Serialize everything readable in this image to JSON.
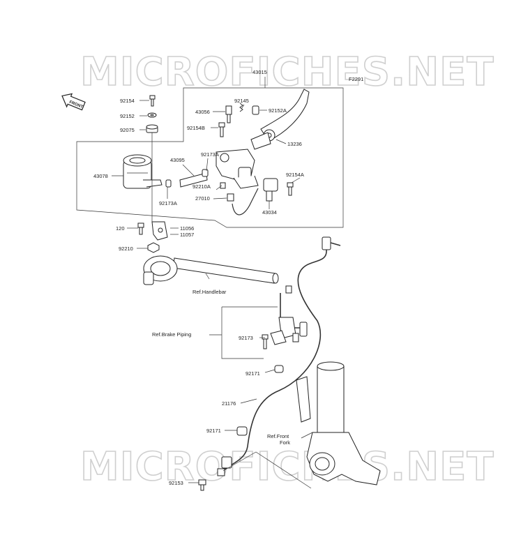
{
  "diagram": {
    "fig_code": "F2291",
    "front_badge": "FRONT",
    "watermark": [
      "MICROFICHES.NET",
      "MICROFICHES.NET"
    ],
    "part_labels": [
      {
        "id": "p43015",
        "text": "43015"
      },
      {
        "id": "p92154",
        "text": "92154"
      },
      {
        "id": "p92152",
        "text": "92152"
      },
      {
        "id": "p92075",
        "text": "92075"
      },
      {
        "id": "p43056",
        "text": "43056"
      },
      {
        "id": "p92145",
        "text": "92145"
      },
      {
        "id": "p92152A",
        "text": "92152A"
      },
      {
        "id": "p92154B",
        "text": "92154B"
      },
      {
        "id": "p13236",
        "text": "13236"
      },
      {
        "id": "p43078",
        "text": "43078"
      },
      {
        "id": "p43095",
        "text": "43095"
      },
      {
        "id": "p92173A_top",
        "text": "92173A"
      },
      {
        "id": "p92210A",
        "text": "92210A"
      },
      {
        "id": "p92154A",
        "text": "92154A"
      },
      {
        "id": "p27010",
        "text": "27010"
      },
      {
        "id": "p92173A_bot",
        "text": "92173A"
      },
      {
        "id": "p43034",
        "text": "43034"
      },
      {
        "id": "p120",
        "text": "120"
      },
      {
        "id": "p11056",
        "text": "11056"
      },
      {
        "id": "p11057",
        "text": "11057"
      },
      {
        "id": "p92210",
        "text": "92210"
      },
      {
        "id": "pRefHandlebar",
        "text": "Ref.Handlebar"
      },
      {
        "id": "pRefBrakePiping",
        "text": "Ref.Brake Piping"
      },
      {
        "id": "p92173",
        "text": "92173"
      },
      {
        "id": "p92171a",
        "text": "92171"
      },
      {
        "id": "p21176",
        "text": "21176"
      },
      {
        "id": "p92171b",
        "text": "92171"
      },
      {
        "id": "pRefFrontFork1",
        "text": "Ref.Front"
      },
      {
        "id": "pRefFrontFork2",
        "text": "Fork"
      },
      {
        "id": "p92153",
        "text": "92153"
      }
    ]
  }
}
